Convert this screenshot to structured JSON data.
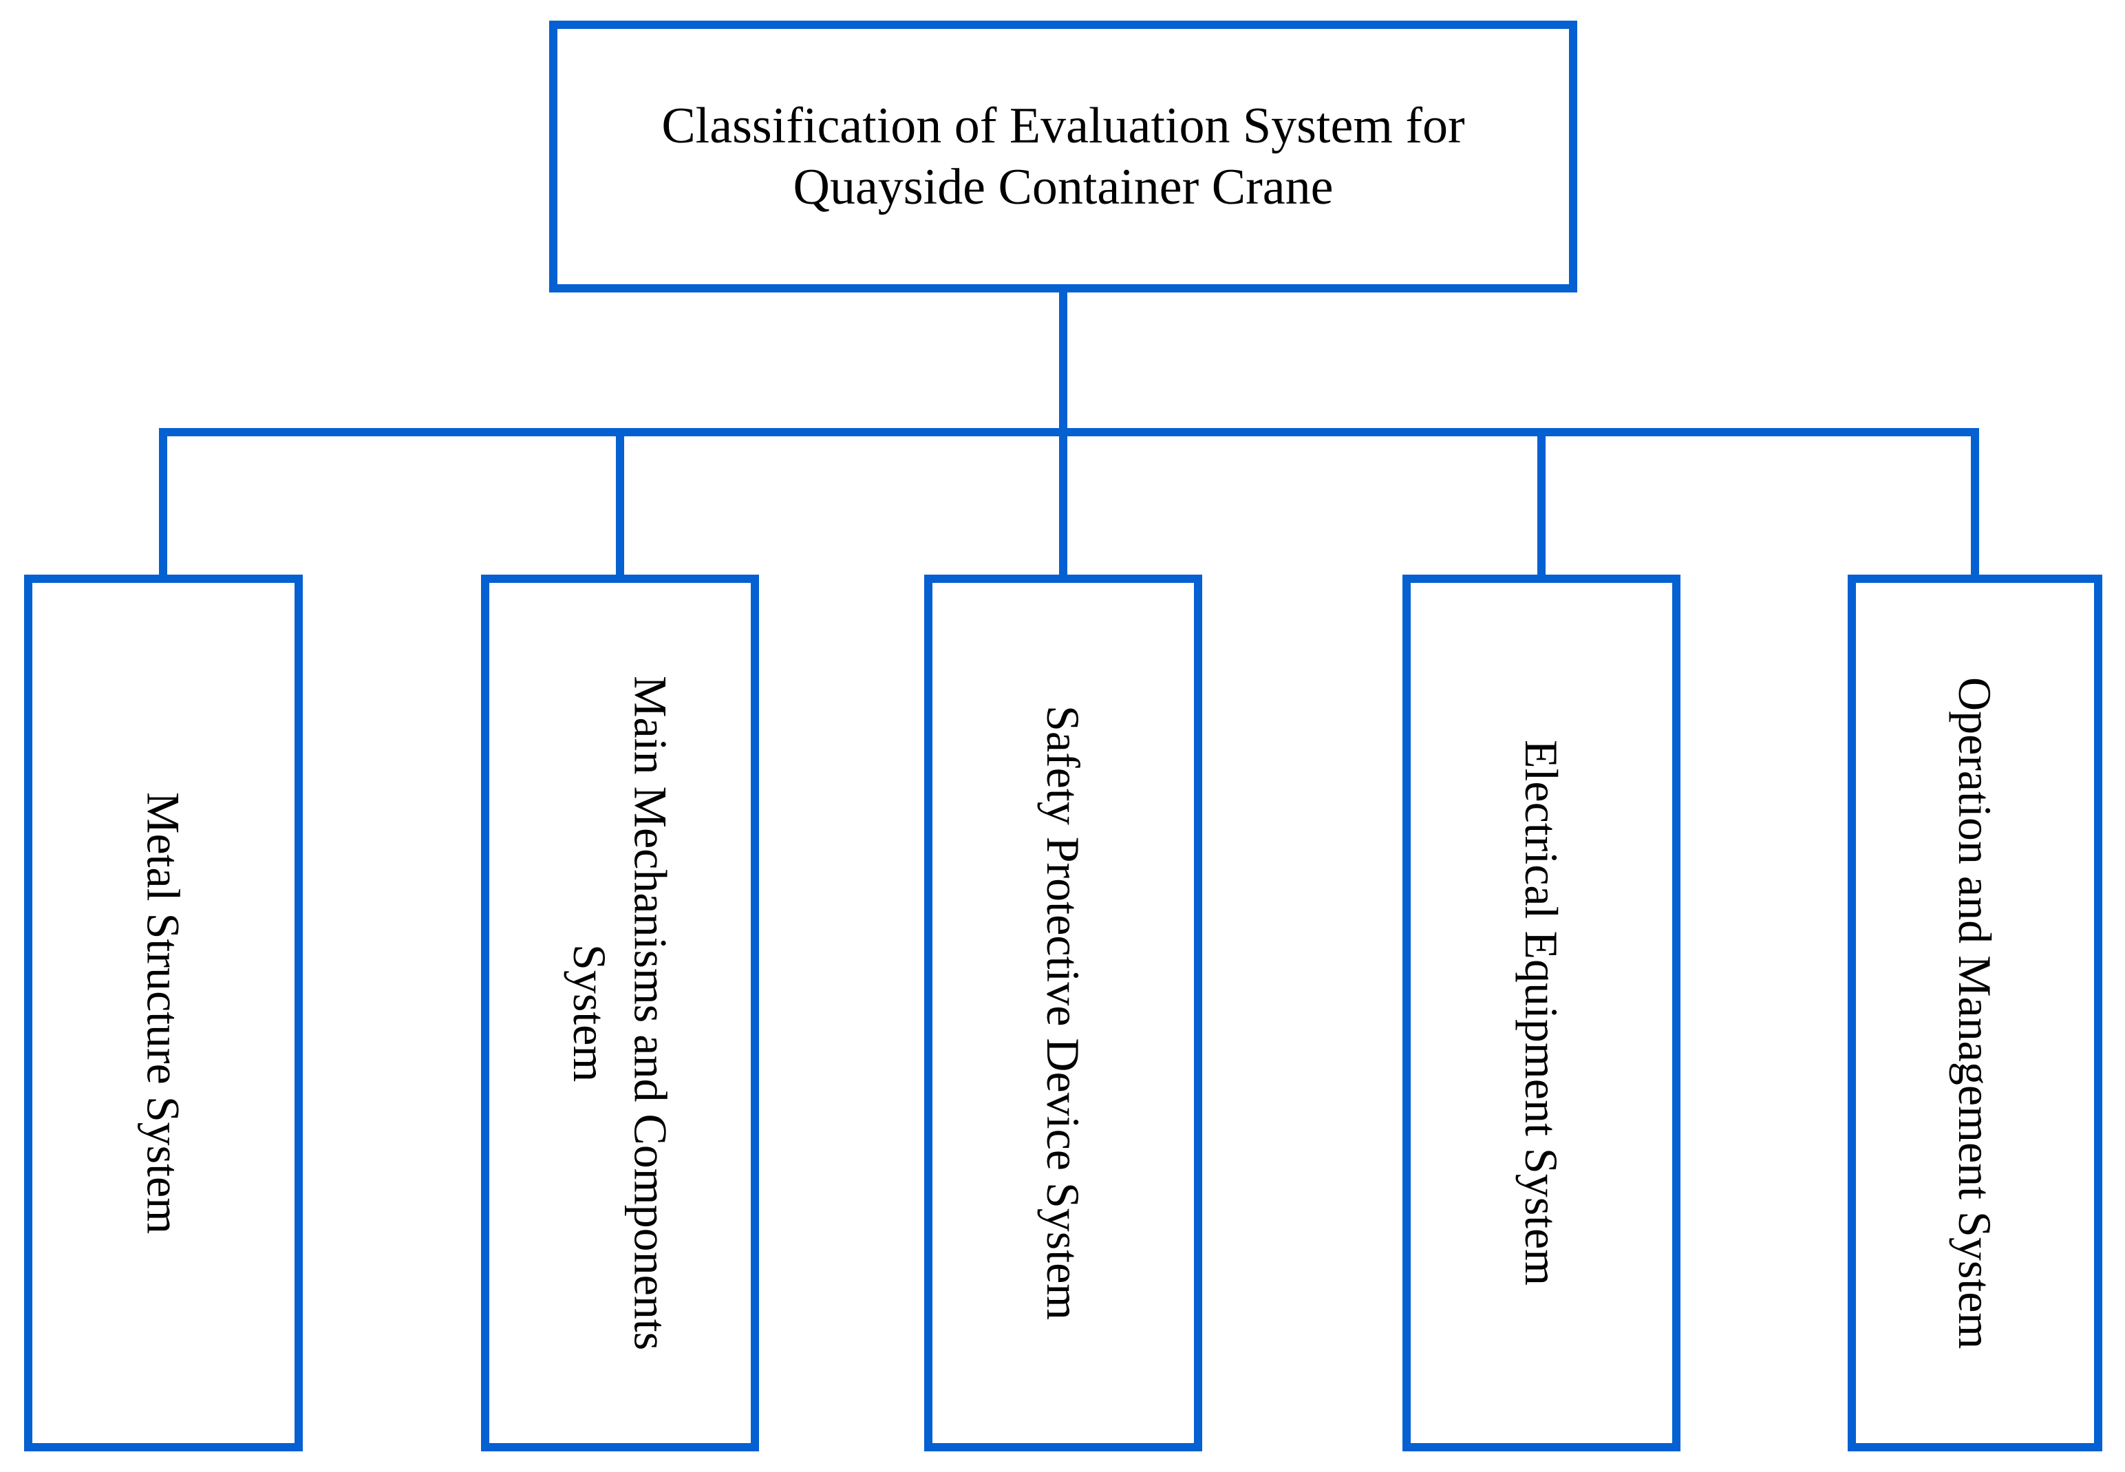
{
  "figure": {
    "type": "flowchart",
    "root": {
      "title": "Classification of Evaluation System for Quayside Container Crane"
    },
    "children": [
      {
        "label": "Metal Structure System"
      },
      {
        "label": "Main Mechanisms and Components System"
      },
      {
        "label": "Safety Protective Device System"
      },
      {
        "label": "Electrical Equipment System"
      },
      {
        "label": "Operation and Management System"
      }
    ],
    "colors": {
      "line": "#0560D2",
      "text": "#000000",
      "background": "#FFFFFF"
    }
  }
}
